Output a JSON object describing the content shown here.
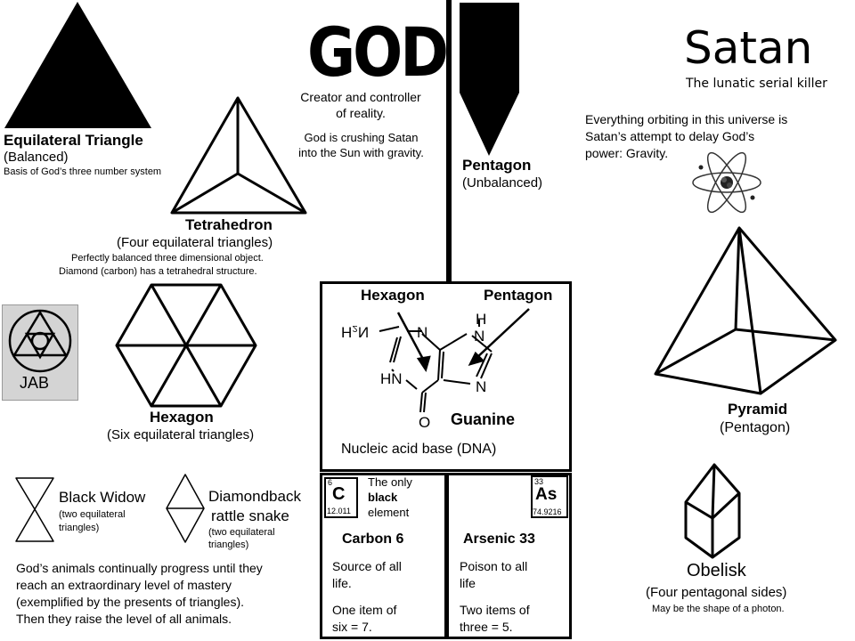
{
  "god": {
    "title": "GOD",
    "desc1": "Creator and controller",
    "desc2": "of reality.",
    "desc3": "God is crushing Satan",
    "desc4": "into the Sun with gravity."
  },
  "satan": {
    "title": "Satan",
    "subtitle": "The lunatic serial killer",
    "desc1": "Everything orbiting in this universe is",
    "desc2": "Satan’s attempt to delay God’s",
    "desc3": "power: Gravity."
  },
  "equilateral": {
    "title": "Equilateral Triangle",
    "sub": "(Balanced)",
    "note": "Basis of God’s three number system"
  },
  "tetrahedron": {
    "title": "Tetrahedron",
    "sub": "(Four equilateral triangles)",
    "note1": "Perfectly balanced three dimensional object.",
    "note2": "Diamond  (carbon) has a tetrahedral structure."
  },
  "pentagon": {
    "title": "Pentagon",
    "sub": "(Unbalanced)"
  },
  "jab": {
    "label": "JAB"
  },
  "hexagon": {
    "title": "Hexagon",
    "sub": "(Six equilateral triangles)"
  },
  "dna_box": {
    "hex_label": "Hexagon",
    "pent_label": "Pentagon",
    "molecule": "Guanine",
    "caption": "Nucleic acid base (DNA)",
    "atom_h2n": "H₂N",
    "atom_n": "N",
    "atom_h": "H",
    "atom_hn": "HN",
    "atom_o": "O"
  },
  "pyramid": {
    "title": "Pyramid",
    "sub": "(Pentagon)"
  },
  "animals": {
    "widow_title": "Black Widow",
    "widow_sub1": "(two equilateral",
    "widow_sub2": "triangles)",
    "snake_title1": "Diamondback",
    "snake_title2": "rattle snake",
    "snake_sub1": "(two equilateral",
    "snake_sub2": "triangles)",
    "para1": "God’s animals continually progress until they",
    "para2": "reach an extraordinary level of mastery",
    "para3": "(exemplified by the presents of triangles).",
    "para4": "Then they raise the level of all animals."
  },
  "carbon": {
    "number": "6",
    "symbol": "C",
    "mass": "12.011",
    "note1": "The only",
    "note2": "black",
    "note3": "element",
    "title": "Carbon 6",
    "desc1": "Source of all",
    "desc2": "life.",
    "desc3": "One item of",
    "desc4": "six = 7."
  },
  "arsenic": {
    "number": "33",
    "symbol": "As",
    "mass": "74.9216",
    "title": "Arsenic 33",
    "desc1": "Poison to all",
    "desc2": "life",
    "desc3": "Two items of",
    "desc4": "three = 5."
  },
  "obelisk": {
    "title": "Obelisk",
    "sub": "(Four pentagonal sides)",
    "note": "May be the shape of a photon."
  }
}
